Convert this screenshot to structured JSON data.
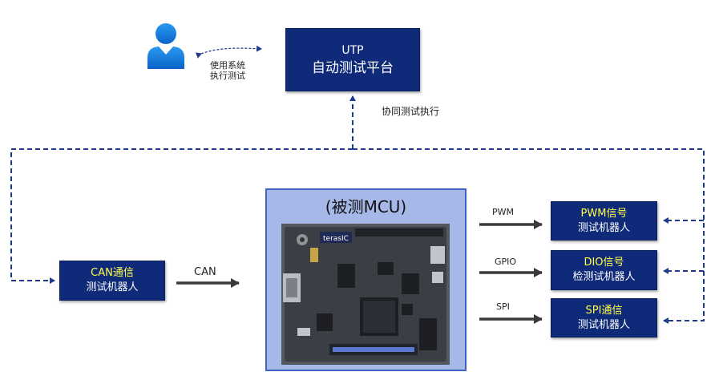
{
  "utp": {
    "line1": "UTP",
    "line2": "自动测试平台"
  },
  "user_action": {
    "line1": "使用系统",
    "line2": "执行测试"
  },
  "coop_label": "协同测试执行",
  "mcu": {
    "title": "(被测MCU)",
    "board_brand": "terasIC"
  },
  "can_robot": {
    "hl": "CAN通信",
    "line2": "测试机器人"
  },
  "can_label": "CAN",
  "pwm_robot": {
    "hl": "PWM信号",
    "line2": "测试机器人"
  },
  "dio_robot": {
    "hl": "DIO信号",
    "line2": "检测试机器人"
  },
  "spi_robot": {
    "hl": "SPI通信",
    "line2": "测试机器人"
  },
  "pwm_label": "PWM",
  "gpio_label": "GPIO",
  "spi_label": "SPI",
  "colors": {
    "box": "#0e2a78",
    "highlight": "#ffff4a",
    "dashed": "#1f3a8a",
    "arrow": "#3a3a3a",
    "mcu_bg": "#a5b8e8"
  }
}
